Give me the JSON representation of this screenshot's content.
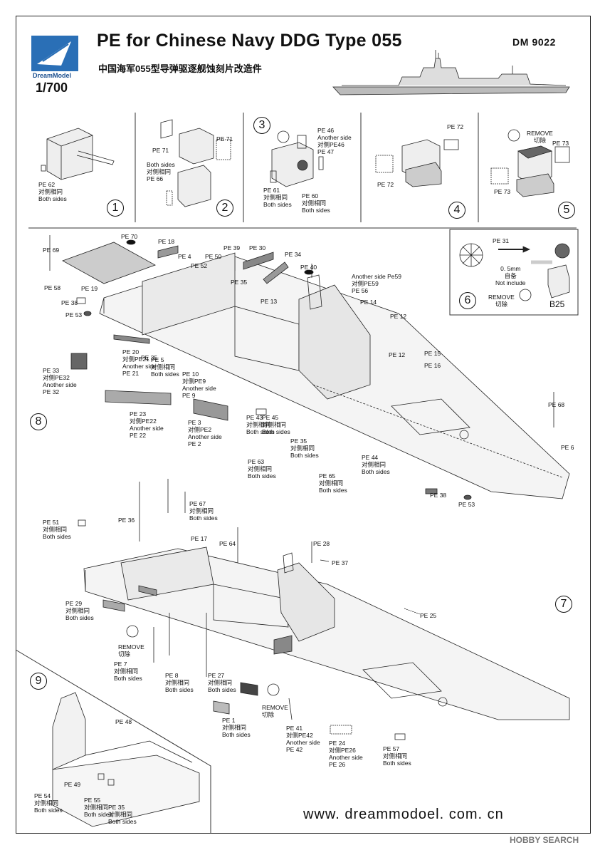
{
  "header": {
    "brand": "DreamModel",
    "title": "PE for Chinese Navy DDG Type 055",
    "subtitle": "中国海军055型导弹驱逐舰蚀刻片改造件",
    "scale": "1/700",
    "code": "DM 9022"
  },
  "steps": {
    "s1": {
      "num": "1",
      "labels": [
        "PE 62",
        "对侧相同",
        "Both sides"
      ]
    },
    "s2": {
      "num": "2",
      "pe71a": "PE 71",
      "pe71b": "PE 71",
      "both": "Both sides",
      "dui": "对侧相同",
      "pe66": "PE 66"
    },
    "s3": {
      "num": "3",
      "pe46": [
        "PE 46",
        "Another side",
        "对侧PE46",
        "PE 47"
      ],
      "pe61": [
        "PE 61",
        "对侧相同",
        "Both sides"
      ],
      "pe60": [
        "PE 60",
        "对侧相同",
        "Both sides"
      ]
    },
    "s4": {
      "num": "4",
      "pe72a": "PE 72",
      "pe72b": "PE 72"
    },
    "s5": {
      "num": "5",
      "remove": "REMOVE",
      "qiechu": "切除",
      "pe73a": "PE 73",
      "pe73b": "PE 73"
    },
    "s6": {
      "num": "6",
      "pe31": "PE 31",
      "wire": "0. 5mm",
      "zibei": "自备",
      "notinc": "Not include",
      "remove": "REMOVE",
      "qiechu": "切除",
      "b25": "B25"
    },
    "s7": {
      "num": "7"
    },
    "s8": {
      "num": "8"
    },
    "s9": {
      "num": "9"
    }
  },
  "labels8": [
    {
      "id": "pe70",
      "lines": [
        "PE 70"
      ]
    },
    {
      "id": "pe69",
      "lines": [
        "PE 69"
      ]
    },
    {
      "id": "pe58",
      "lines": [
        "PE 58"
      ]
    },
    {
      "id": "pe19",
      "lines": [
        "PE 19"
      ]
    },
    {
      "id": "pe18",
      "lines": [
        "PE 18"
      ]
    },
    {
      "id": "pe4",
      "lines": [
        "PE 4"
      ]
    },
    {
      "id": "pe50",
      "lines": [
        "PE 50"
      ]
    },
    {
      "id": "pe39",
      "lines": [
        "PE 39"
      ]
    },
    {
      "id": "pe30",
      "lines": [
        "PE 30"
      ]
    },
    {
      "id": "pe34",
      "lines": [
        "PE 34"
      ]
    },
    {
      "id": "pe52",
      "lines": [
        "PE 52"
      ]
    },
    {
      "id": "pe40",
      "lines": [
        "PE 40"
      ]
    },
    {
      "id": "pe59",
      "lines": [
        "Another side Pe59",
        "对侧PE59",
        "PE 56"
      ]
    },
    {
      "id": "pe38a",
      "lines": [
        "PE 38"
      ]
    },
    {
      "id": "pe53a",
      "lines": [
        "PE 53"
      ]
    },
    {
      "id": "pe35a",
      "lines": [
        "PE 35"
      ]
    },
    {
      "id": "pe13",
      "lines": [
        "PE 13"
      ]
    },
    {
      "id": "pe14",
      "lines": [
        "PE 14"
      ]
    },
    {
      "id": "pe12a",
      "lines": [
        "PE 12"
      ]
    },
    {
      "id": "pe12b",
      "lines": [
        "PE 12"
      ]
    },
    {
      "id": "pe15",
      "lines": [
        "PE 15"
      ]
    },
    {
      "id": "pe16",
      "lines": [
        "PE 16"
      ]
    },
    {
      "id": "pe20",
      "lines": [
        "PE 20",
        "对侧PE21",
        "Another side",
        "PE 21"
      ]
    },
    {
      "id": "pe35b",
      "lines": [
        "PE 35"
      ]
    },
    {
      "id": "pe5",
      "lines": [
        "PE 5",
        "对侧相同",
        "Both sides"
      ]
    },
    {
      "id": "pe33",
      "lines": [
        "PE 33",
        "对侧PE32",
        "Another side",
        "PE 32"
      ]
    },
    {
      "id": "pe10",
      "lines": [
        "PE 10",
        "对侧PE9",
        "Another side",
        "PE 9"
      ]
    },
    {
      "id": "pe23",
      "lines": [
        "PE 23",
        "对侧PE22",
        "Another side",
        "PE 22"
      ]
    },
    {
      "id": "pe3",
      "lines": [
        "PE 3",
        "对侧PE2",
        "Another side",
        "PE 2"
      ]
    },
    {
      "id": "pe43",
      "lines": [
        "PE 43",
        "对侧相同",
        "Both sides"
      ]
    },
    {
      "id": "pe45",
      "lines": [
        "PE 45",
        "对侧相同",
        "Both sides"
      ]
    },
    {
      "id": "pe35c",
      "lines": [
        "PE 35",
        "对侧相同",
        "Both sides"
      ]
    },
    {
      "id": "pe44",
      "lines": [
        "PE 44",
        "对侧相同",
        "Both sides"
      ]
    },
    {
      "id": "pe63",
      "lines": [
        "PE 63",
        "对侧相同",
        "Both sides"
      ]
    },
    {
      "id": "pe65",
      "lines": [
        "PE 65",
        "对侧相同",
        "Both sides"
      ]
    },
    {
      "id": "pe68",
      "lines": [
        "PE 68"
      ]
    },
    {
      "id": "pe6",
      "lines": [
        "PE 6"
      ]
    },
    {
      "id": "pe38b",
      "lines": [
        "PE 38"
      ]
    },
    {
      "id": "pe53b",
      "lines": [
        "PE 53"
      ]
    }
  ],
  "labels7": [
    {
      "id": "pe36",
      "lines": [
        "PE 36"
      ]
    },
    {
      "id": "pe67",
      "lines": [
        "PE 67",
        "对侧相同",
        "Both sides"
      ]
    },
    {
      "id": "pe51",
      "lines": [
        "PE 51",
        "对侧相同",
        "Both sides"
      ]
    },
    {
      "id": "pe17",
      "lines": [
        "PE 17"
      ]
    },
    {
      "id": "pe64",
      "lines": [
        "PE 64"
      ]
    },
    {
      "id": "pe28",
      "lines": [
        "PE 28"
      ]
    },
    {
      "id": "pe37",
      "lines": [
        "PE 37"
      ]
    },
    {
      "id": "pe29",
      "lines": [
        "PE 29",
        "对侧相同",
        "Both sides"
      ]
    },
    {
      "id": "pe25",
      "lines": [
        "PE 25"
      ]
    },
    {
      "id": "rem1",
      "lines": [
        "REMOVE",
        "切除"
      ]
    },
    {
      "id": "pe7",
      "lines": [
        "PE 7",
        "对侧相同",
        "Both sides"
      ]
    },
    {
      "id": "pe8",
      "lines": [
        "PE 8",
        "对侧相同",
        "Both sides"
      ]
    },
    {
      "id": "pe27",
      "lines": [
        "PE 27",
        "对侧相同",
        "Both sides"
      ]
    },
    {
      "id": "rem2",
      "lines": [
        "REMOVE",
        "切除"
      ]
    },
    {
      "id": "pe1",
      "lines": [
        "PE 1",
        "对侧相同",
        "Both sides"
      ]
    },
    {
      "id": "pe41",
      "lines": [
        "PE 41",
        "对侧PE42",
        "Another side",
        "PE 42"
      ]
    },
    {
      "id": "pe24",
      "lines": [
        "PE 24",
        "对侧PE26",
        "Another side",
        "PE 26"
      ]
    },
    {
      "id": "pe57",
      "lines": [
        "PE 57",
        "对侧相同",
        "Both sides"
      ]
    }
  ],
  "labels9": [
    {
      "id": "pe48",
      "lines": [
        "PE 48"
      ]
    },
    {
      "id": "pe49",
      "lines": [
        "PE 49"
      ]
    },
    {
      "id": "pe54",
      "lines": [
        "PE 54",
        "对侧相同",
        "Both sides"
      ]
    },
    {
      "id": "pe55",
      "lines": [
        "PE 55",
        "对侧相同",
        "Both sides"
      ]
    },
    {
      "id": "pe35d",
      "lines": [
        "PE 35",
        "对侧相同",
        "Both sides"
      ]
    }
  ],
  "footer": {
    "url": "www. dreammodoel. com. cn",
    "watermark": "HOBBY SEARCH"
  }
}
